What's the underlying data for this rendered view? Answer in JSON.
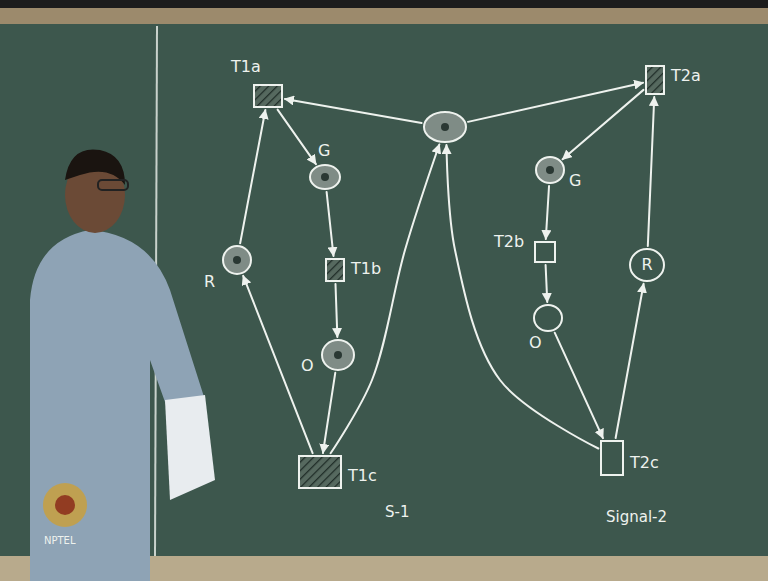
{
  "diagram": {
    "nodes": [
      {
        "text": [
          "T1a"
        ]
      },
      {
        "text": []
      },
      {
        "text": [
          "T2a"
        ]
      },
      {
        "text": [
          "G"
        ]
      },
      {
        "text": [
          "G"
        ]
      },
      {
        "text": [
          "T2b"
        ]
      },
      {
        "text": [
          "R"
        ]
      },
      {
        "text": [
          "T1b"
        ]
      },
      {
        "text": [
          "R"
        ]
      },
      {
        "text": [
          "O"
        ]
      },
      {
        "text": [
          "O"
        ]
      },
      {
        "text": [
          "T2c"
        ]
      },
      {
        "text": [
          "T1c"
        ]
      }
    ],
    "edges": [
      {
        "from": 1,
        "to": 0,
        "arrow": "to"
      },
      {
        "from": 1,
        "to": 2,
        "arrow": "to"
      },
      {
        "from": 0,
        "to": 3,
        "arrow": "to"
      },
      {
        "from": 3,
        "to": 7,
        "arrow": "to"
      },
      {
        "from": 7,
        "to": 10,
        "arrow": "to"
      },
      {
        "from": 10,
        "to": 12,
        "arrow": "to"
      },
      {
        "from": 12,
        "to": 6,
        "arrow": "to"
      },
      {
        "from": 6,
        "to": 0,
        "arrow": "to"
      },
      {
        "from": 12,
        "to": 1,
        "arrow": "to"
      },
      {
        "from": 2,
        "to": 4,
        "arrow": "to"
      },
      {
        "from": 4,
        "to": 5,
        "arrow": "to"
      },
      {
        "from": 5,
        "to": 9,
        "arrow": "to"
      },
      {
        "from": 9,
        "to": 11,
        "arrow": "to"
      },
      {
        "from": 11,
        "to": 8,
        "arrow": "to"
      },
      {
        "from": 8,
        "to": 2,
        "arrow": "to"
      },
      {
        "from": 11,
        "to": 1,
        "arrow": "to"
      }
    ],
    "labels": [
      "S-1",
      "Signal-2",
      "NPTEL"
    ]
  }
}
